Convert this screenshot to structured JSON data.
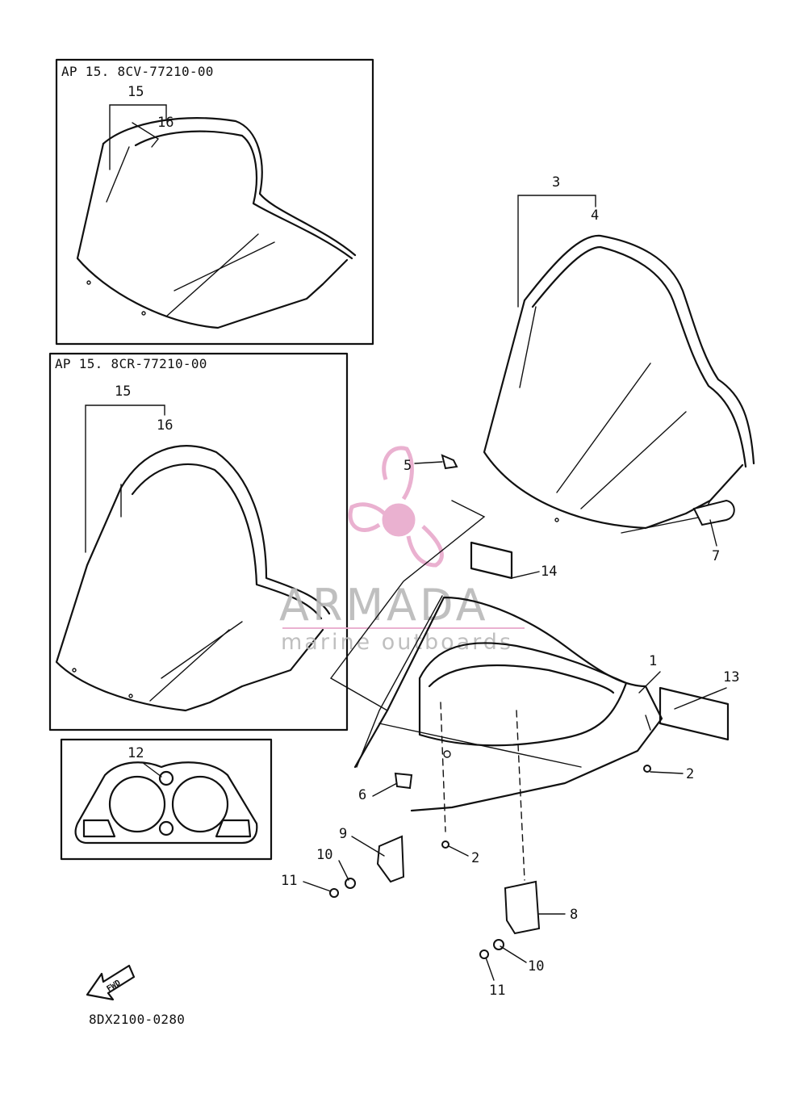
{
  "watermark": {
    "brand": "ARMADA",
    "tagline": "marine outboards",
    "logo_color": "#e8a9cc",
    "text_color": "#b9b9b9"
  },
  "insets": {
    "upper": {
      "caption": "AP  15. 8CV-77210-00",
      "bracket_label": "15",
      "part_label": "16"
    },
    "lower": {
      "caption": "AP  15. 8CR-77210-00",
      "bracket_label": "15",
      "part_label": "16"
    },
    "gauge": {
      "part_label": "12"
    }
  },
  "callouts": {
    "p1": "1",
    "p2a": "2",
    "p2b": "2",
    "p3": "3",
    "p4": "4",
    "p5": "5",
    "p6": "6",
    "p7": "7",
    "p8": "8",
    "p9": "9",
    "p10a": "10",
    "p10b": "10",
    "p11a": "11",
    "p11b": "11",
    "p13": "13",
    "p14": "14"
  },
  "fwd_arrow_label": "FWD",
  "diagram_code": "8DX2100-0280",
  "colors": {
    "line": "#111111",
    "background": "#ffffff"
  }
}
